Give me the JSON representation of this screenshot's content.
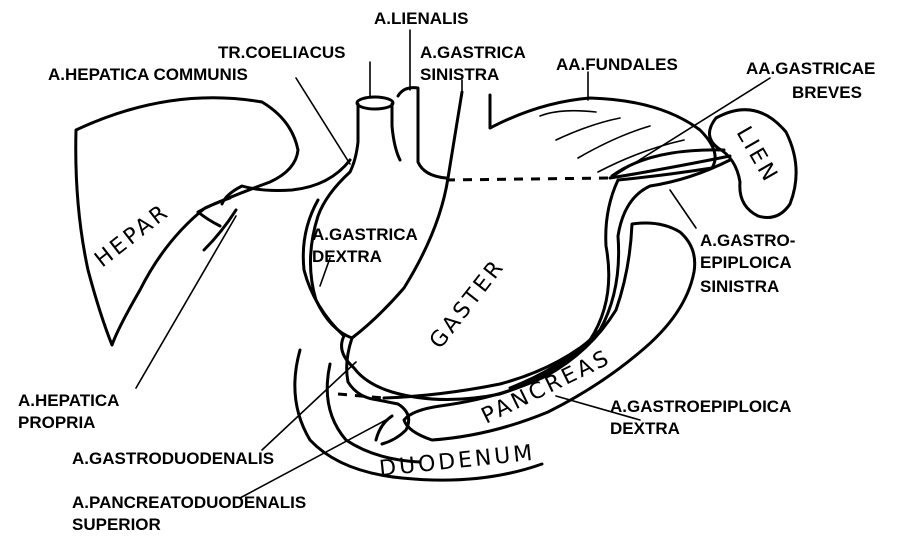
{
  "labels": {
    "lienalis": "A.LIENALIS",
    "tr_coeliacus": "TR.COELIACUS",
    "gastrica_sinistra_1": "A.GASTRICA",
    "gastrica_sinistra_2": "SINISTRA",
    "hepatica_communis": "A.HEPATICA COMMUNIS",
    "fundales": "AA.FUNDALES",
    "gastricae_breves_1": "AA.GASTRICAE",
    "gastricae_breves_2": "BREVES",
    "gastrica_dextra_1": "A.GASTRICA",
    "gastrica_dextra_2": "DEXTRA",
    "gastroepiploica_sinistra_1": "A.GASTRO-",
    "gastroepiploica_sinistra_2": "EPIPLOICA",
    "gastroepiploica_sinistra_3": "SINISTRA",
    "hepatica_propria_1": "A.HEPATICA",
    "hepatica_propria_2": "PROPRIA",
    "gastroepiploica_dextra_1": "A.GASTROEPIPLOICA",
    "gastroepiploica_dextra_2": "DEXTRA",
    "gastroduodenalis": "A.GASTRODUODENALIS",
    "pancreatoduodenalis_1": "A.PANCREATODUODENALIS",
    "pancreatoduodenalis_2": "SUPERIOR"
  },
  "organs": {
    "hepar": "HEPAR",
    "gaster": "GASTER",
    "pancreas": "PANCREAS",
    "duodenum": "DUODENUM",
    "lien": "LIEN"
  },
  "colors": {
    "ink": "#000000",
    "background": "#ffffff"
  }
}
